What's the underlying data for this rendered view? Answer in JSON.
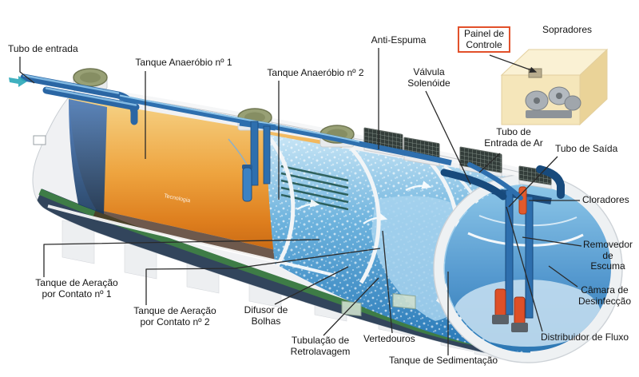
{
  "diagram": {
    "watermark": "Tecnologia",
    "labels": {
      "tubo_entrada": "Tubo de entrada",
      "tanque_anaerobio_1": "Tanque Anaeróbio nº 1",
      "tanque_anaerobio_2": "Tanque Anaeróbio nº 2",
      "anti_espuma": "Anti-Espuma",
      "valvula_solenoide": "Válvula\nSolenóide",
      "painel_controle": "Painel de\nControle",
      "sopradores": "Sopradores",
      "tubo_entrada_ar": "Tubo de\nEntrada de Ar",
      "tubo_saida": "Tubo de Saída",
      "cloradores": "Cloradores",
      "removedor_escuma": "Removedor\nde\nEscuma",
      "camara_desinfeccao": "Câmara de\nDesinfecção",
      "distribuidor_fluxo": "Distribuidor de Fluxo",
      "tanque_sedimentacao": "Tanque de Sedimentação",
      "vertedouros": "Vertedouros",
      "tubulacao_retrolavagem": "Tubulação de\nRetrolavagem",
      "difusor_bolhas": "Difusor de\nBolhas",
      "aeracao_contato_1": "Tanque de Aeração\npor Contato nº 1",
      "aeracao_contato_2": "Tanque de Aeração\npor Contato nº 2"
    },
    "colors": {
      "label_text": "#141414",
      "leader_line": "#2a2a2a",
      "highlight_box": "#e2502a",
      "anaerobic_orange": "#e8973a",
      "aeration_blue": "#2f7fbe",
      "shell_white": "#eef0f2",
      "stripe_green": "#3e7c46",
      "hull_navy": "#32455c",
      "pipe_blue": "#2e6fae",
      "blower_box_cream": "#f5e6ba",
      "chlorinator_orange": "#e0502a",
      "inlet_arrow_teal": "#2aa7b8"
    }
  }
}
